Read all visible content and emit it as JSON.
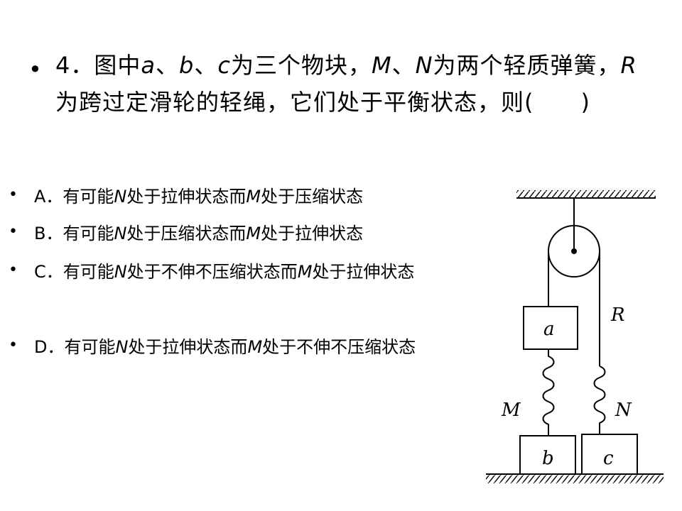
{
  "question": {
    "bullet": "•",
    "number": "4．",
    "p1": "图中",
    "a": "a",
    "sep1": "、",
    "b": "b",
    "sep2": "、",
    "c": "c",
    "p2": "为三个物块，",
    "M": "M",
    "sep3": "、",
    "N": "N",
    "p3": "为两个轻质弹簧，",
    "R": "R",
    "p4": "为跨过定滑轮的轻绳，它们处于平衡状态，则(　　)"
  },
  "options": [
    {
      "bullet": "•",
      "pre": "A．有可能",
      "v1": "N",
      "mid": "处于拉伸状态而",
      "v2": "M",
      "post": "处于压缩状态"
    },
    {
      "bullet": "•",
      "pre": "B．有可能",
      "v1": "N",
      "mid": "处于压缩状态而",
      "v2": "M",
      "post": "处于拉伸状态"
    },
    {
      "bullet": "•",
      "pre": "C．有可能",
      "v1": "N",
      "mid": "处于不伸不压缩状态而",
      "v2": "M",
      "post": "处于拉伸状态"
    },
    {
      "bullet": "•",
      "pre": "D．有可能",
      "v1": "N",
      "mid": "处于拉伸状态而",
      "v2": "M",
      "post": "处于不伸不压缩状态"
    }
  ],
  "figure": {
    "labels": {
      "a": "a",
      "b": "b",
      "c": "c",
      "M": "M",
      "N": "N",
      "R": "R"
    }
  }
}
